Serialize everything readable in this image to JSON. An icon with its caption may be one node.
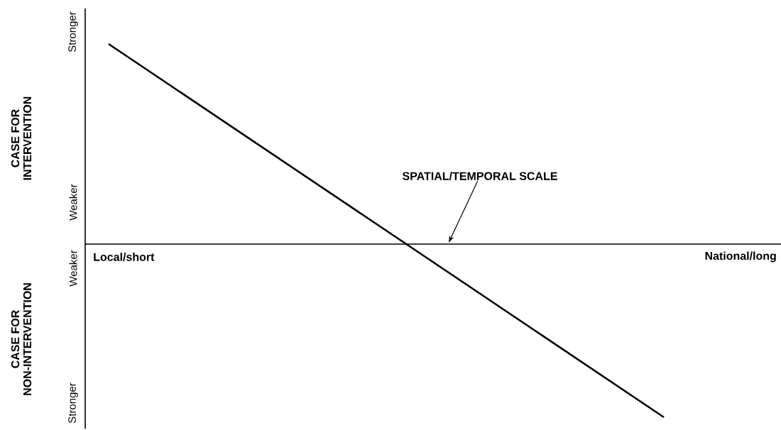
{
  "diagram": {
    "nodes": [
      {
        "text": [
          "SPATIAL/TEMPORAL SCALE"
        ]
      },
      {
        "text": [],
        "shape": "line"
      }
    ],
    "edges": [
      {
        "from": 0,
        "to": 1,
        "arrow": "to"
      }
    ],
    "labels": [
      "Stronger",
      "CASE FOR INTERVENTION",
      "Weaker",
      "Local/short",
      "National/long",
      "Weaker",
      "CASE FOR NON-INTERVENTION",
      "Stronger"
    ]
  }
}
